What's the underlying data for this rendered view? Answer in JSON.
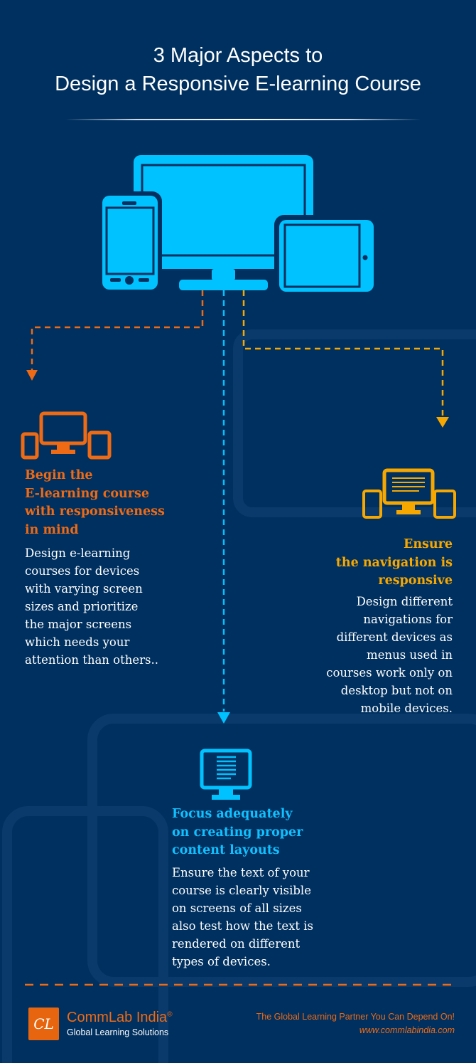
{
  "title": {
    "line1": "3 Major Aspects to",
    "line2": "Design a Responsive E-learning Course"
  },
  "colors": {
    "background": "#00305f",
    "cyan": "#00c2ff",
    "orange": "#ee6a14",
    "yellow": "#f7a800"
  },
  "aspects": [
    {
      "icon": "multi-device-icon",
      "heading": [
        "Begin the",
        "E-learning course",
        "with responsiveness",
        "in mind"
      ],
      "body": [
        "Design e-learning",
        "courses for devices",
        "with varying screen",
        "sizes and prioritize",
        "the major screens",
        "which needs your",
        "attention than others.."
      ]
    },
    {
      "icon": "multi-device-navigation-icon",
      "heading": [
        "Ensure",
        "the navigation is",
        "responsive"
      ],
      "body": [
        "Design different",
        "navigations for",
        "different devices as",
        "menus used in",
        "courses work only on",
        "desktop but not on",
        "mobile devices."
      ]
    },
    {
      "icon": "monitor-text-layout-icon",
      "heading": [
        "Focus adequately",
        "on creating proper",
        "content layouts"
      ],
      "body": [
        "Ensure the text of your",
        "course is clearly visible",
        "on screens of all sizes",
        "also test how the text is",
        "rendered on different",
        "types of devices."
      ]
    }
  ],
  "footer": {
    "logo_text": "CL",
    "brand": "CommLab India",
    "registered": "®",
    "brand_sub": "Global Learning Solutions",
    "tagline": "The Global Learning Partner You Can Depend On!",
    "url": "www.commlabindia.com"
  }
}
